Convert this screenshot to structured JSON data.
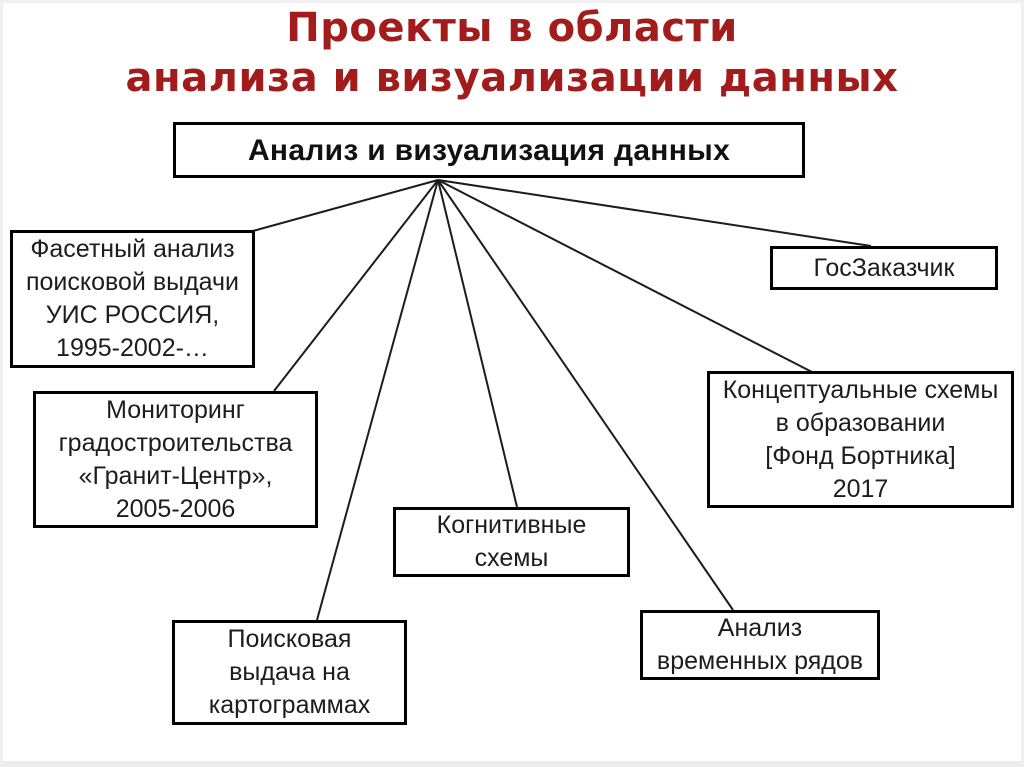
{
  "slide": {
    "title": {
      "line1": "Проекты в области",
      "line2": "анализа и визуализации данных"
    },
    "root": {
      "label": "Анализ и визуализация данных"
    },
    "nodes": {
      "facet": {
        "lines": [
          "Фасетный анализ",
          "поисковой выдачи",
          "УИС РОССИЯ,",
          "1995-2002-…"
        ]
      },
      "monitoring": {
        "lines": [
          "Мониторинг",
          "градостроительства",
          "«Гранит-Центр»,",
          "2005-2006"
        ]
      },
      "cartograms": {
        "lines": [
          "Поисковая",
          "выдача на",
          "картограммах"
        ]
      },
      "cognitive": {
        "lines": [
          "Когнитивные",
          "схемы"
        ]
      },
      "timeseries": {
        "lines": [
          "Анализ",
          "временных рядов"
        ]
      },
      "conceptual": {
        "lines": [
          "Концептуальные схемы",
          "в образовании",
          "[Фонд Бортника]",
          "2017"
        ]
      },
      "customer": {
        "lines": [
          "ГосЗаказчик"
        ]
      }
    },
    "edges": [
      {
        "from": "root",
        "to": "facet"
      },
      {
        "from": "root",
        "to": "monitoring"
      },
      {
        "from": "root",
        "to": "cartograms"
      },
      {
        "from": "root",
        "to": "cognitive"
      },
      {
        "from": "root",
        "to": "timeseries"
      },
      {
        "from": "root",
        "to": "conceptual"
      },
      {
        "from": "root",
        "to": "customer"
      }
    ],
    "colors": {
      "title": "#A31C1C",
      "text": "#1d1d1d",
      "box_border": "#000000",
      "connector": "#1c1c1c",
      "background": "#ffffff"
    }
  }
}
